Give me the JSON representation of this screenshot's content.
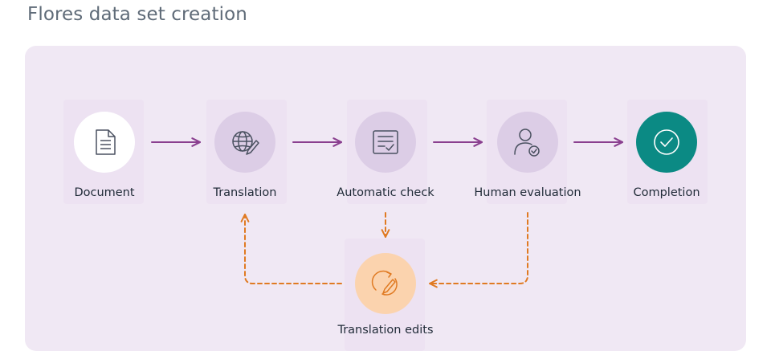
{
  "title": "Flores data set creation",
  "nodes": {
    "document": {
      "label": "Document",
      "icon": "document-icon",
      "fill": "#ffffff"
    },
    "translation": {
      "label": "Translation",
      "icon": "globe-pen-icon",
      "fill": "#dccde6"
    },
    "automatic_check": {
      "label": "Automatic check",
      "icon": "checklist-icon",
      "fill": "#dccde6"
    },
    "human_evaluation": {
      "label": "Human evaluation",
      "icon": "person-check-icon",
      "fill": "#dccde6"
    },
    "completion": {
      "label": "Completion",
      "icon": "check-circle-icon",
      "fill": "#0b8a84"
    },
    "translation_edits": {
      "label": "Translation edits",
      "icon": "edit-cycle-icon",
      "fill": "#fbd3ae"
    }
  },
  "colors": {
    "flow_arrow": "#8a3f8f",
    "feedback_arrow": "#e07a22",
    "panel": "#f0e8f4",
    "title": "#5f6b78"
  }
}
